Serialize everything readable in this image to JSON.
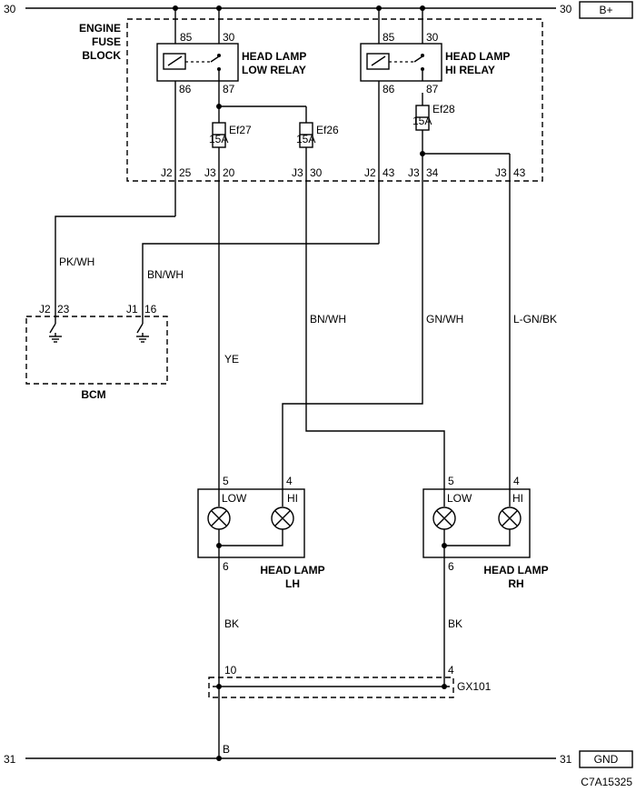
{
  "rails": {
    "top_left_label": "30",
    "top_right_label": "30",
    "top_box": "B+",
    "bottom_left_label": "31",
    "bottom_right_label": "31",
    "bottom_box": "GND",
    "ground_pin": "B"
  },
  "fuse_block": {
    "label_line1": "ENGINE",
    "label_line2": "FUSE",
    "label_line3": "BLOCK"
  },
  "relays": {
    "low": {
      "name_line1": "HEAD LAMP",
      "name_line2": "LOW RELAY",
      "pin_85": "85",
      "pin_30": "30",
      "pin_86": "86",
      "pin_87": "87"
    },
    "hi": {
      "name_line1": "HEAD LAMP",
      "name_line2": "HI RELAY",
      "pin_85": "85",
      "pin_30": "30",
      "pin_86": "86",
      "pin_87": "87"
    }
  },
  "fuses": {
    "ef27": {
      "name": "Ef27",
      "rating": "15A"
    },
    "ef26": {
      "name": "Ef26",
      "rating": "15A"
    },
    "ef28": {
      "name": "Ef28",
      "rating": "15A"
    }
  },
  "connectors": [
    {
      "conn": "J2",
      "pin": "25"
    },
    {
      "conn": "J3",
      "pin": "20"
    },
    {
      "conn": "J3",
      "pin": "30"
    },
    {
      "conn": "J2",
      "pin": "43"
    },
    {
      "conn": "J3",
      "pin": "34"
    },
    {
      "conn": "J3",
      "pin": "43"
    }
  ],
  "wires": {
    "pk_wh": "PK/WH",
    "bn_wh_bcm": "BN/WH",
    "ye": "YE",
    "bn_wh": "BN/WH",
    "gn_wh": "GN/WH",
    "lgn_bk": "L-GN/BK",
    "bk_lh": "BK",
    "bk_rh": "BK"
  },
  "bcm": {
    "label": "BCM",
    "conn_a": "J2",
    "pin_a": "23",
    "conn_b": "J1",
    "pin_b": "16"
  },
  "lamps": {
    "lh": {
      "title_line1": "HEAD LAMP",
      "title_line2": "LH",
      "low": "LOW",
      "hi": "HI",
      "pin_low": "5",
      "pin_hi": "4",
      "pin_gnd": "6"
    },
    "rh": {
      "title_line1": "HEAD LAMP",
      "title_line2": "RH",
      "low": "LOW",
      "hi": "HI",
      "pin_low": "5",
      "pin_hi": "4",
      "pin_gnd": "6"
    }
  },
  "ground_splice": {
    "name": "GX101",
    "pin_left": "10",
    "pin_right": "4"
  },
  "figure_code": "C7A15325"
}
